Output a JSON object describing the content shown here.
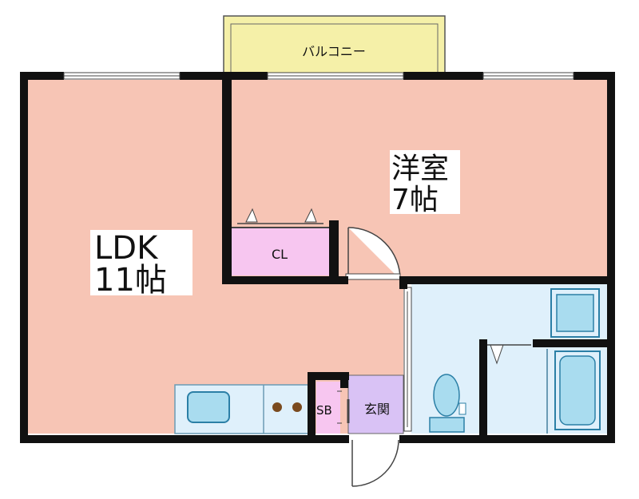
{
  "rooms": {
    "balcony": {
      "label": "バルコニー",
      "color": "#f5f0a8"
    },
    "ldk": {
      "name": "LDK",
      "size": "11帖",
      "color": "#f7c5b5"
    },
    "western": {
      "name": "洋室",
      "size": "7帖",
      "color": "#f7c5b5"
    },
    "closet": {
      "label": "CL",
      "color": "#f7c6f0"
    },
    "shoe_box": {
      "label": "SB",
      "color": "#f7c6f0"
    },
    "entrance": {
      "label": "玄関",
      "color": "#d9c2f5"
    },
    "wet_area": {
      "color": "#dff0fb"
    }
  },
  "colors": {
    "wall": "#111111",
    "fixture_fill": "#a9dcef",
    "fixture_line": "#2b7fa6",
    "stove": "#7a4a1e"
  }
}
